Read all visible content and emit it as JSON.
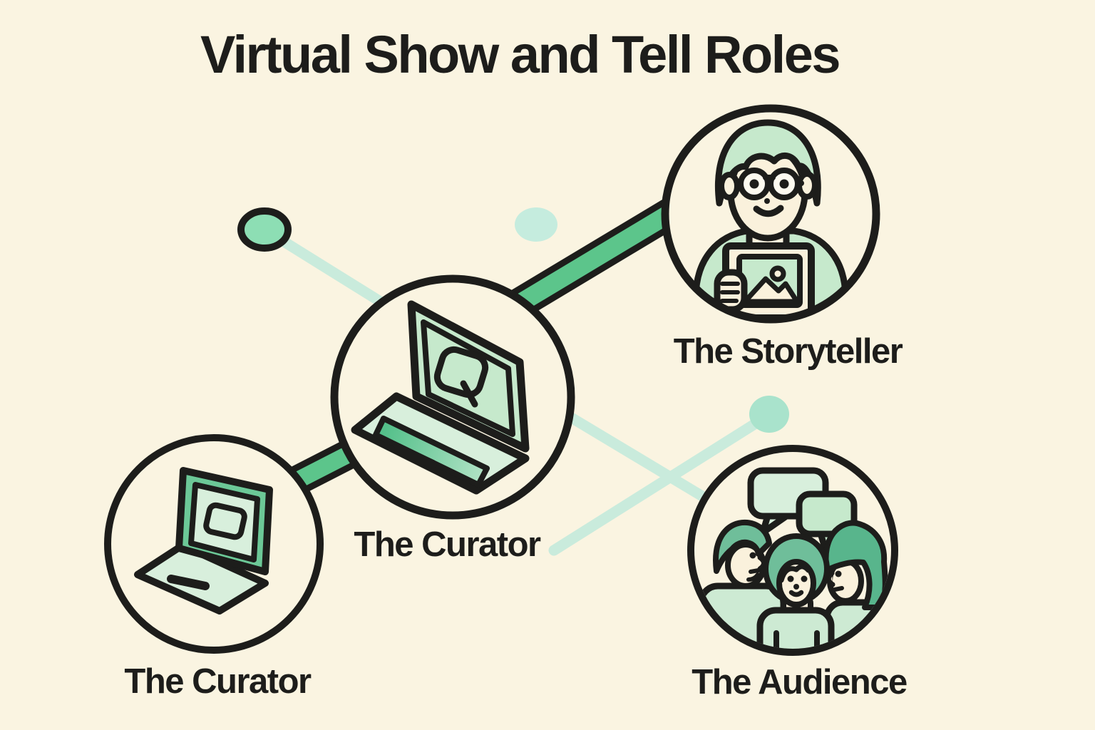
{
  "title": "Virtual Show and Tell Roles",
  "nodes": {
    "storyteller": {
      "label": "The Storyteller",
      "icon": "person-holding-picture-icon"
    },
    "curator_main": {
      "label": "The Curator",
      "icon": "open-laptop-icon"
    },
    "curator_secondary": {
      "label": "The Curator",
      "icon": "laptop-icon"
    },
    "audience": {
      "label": "The Audience",
      "icon": "group-discussion-icon"
    }
  },
  "colors": {
    "bg": "#FAF4E1",
    "ink": "#1D1D1B",
    "band-green": "#5CC58B",
    "pale-line": "#C9EBDC",
    "dot-outlined-fill": "#8DDEB4",
    "dot-pale": "#C5ECDE",
    "dot-accent": "#A9E3CC",
    "green-pale-1": "#D8EFDC",
    "green-pale-2": "#C6E9CC",
    "green-mid": "#6CC897",
    "green-deep": "#6FBE9A",
    "green-deep-2": "#58B58C",
    "kb-dark": "#54C08A",
    "kb-light": "#B2E3C6",
    "cream": "#FAF1DC",
    "lens": "#FDFAF0",
    "shirt-green": "#CDEAD3"
  }
}
